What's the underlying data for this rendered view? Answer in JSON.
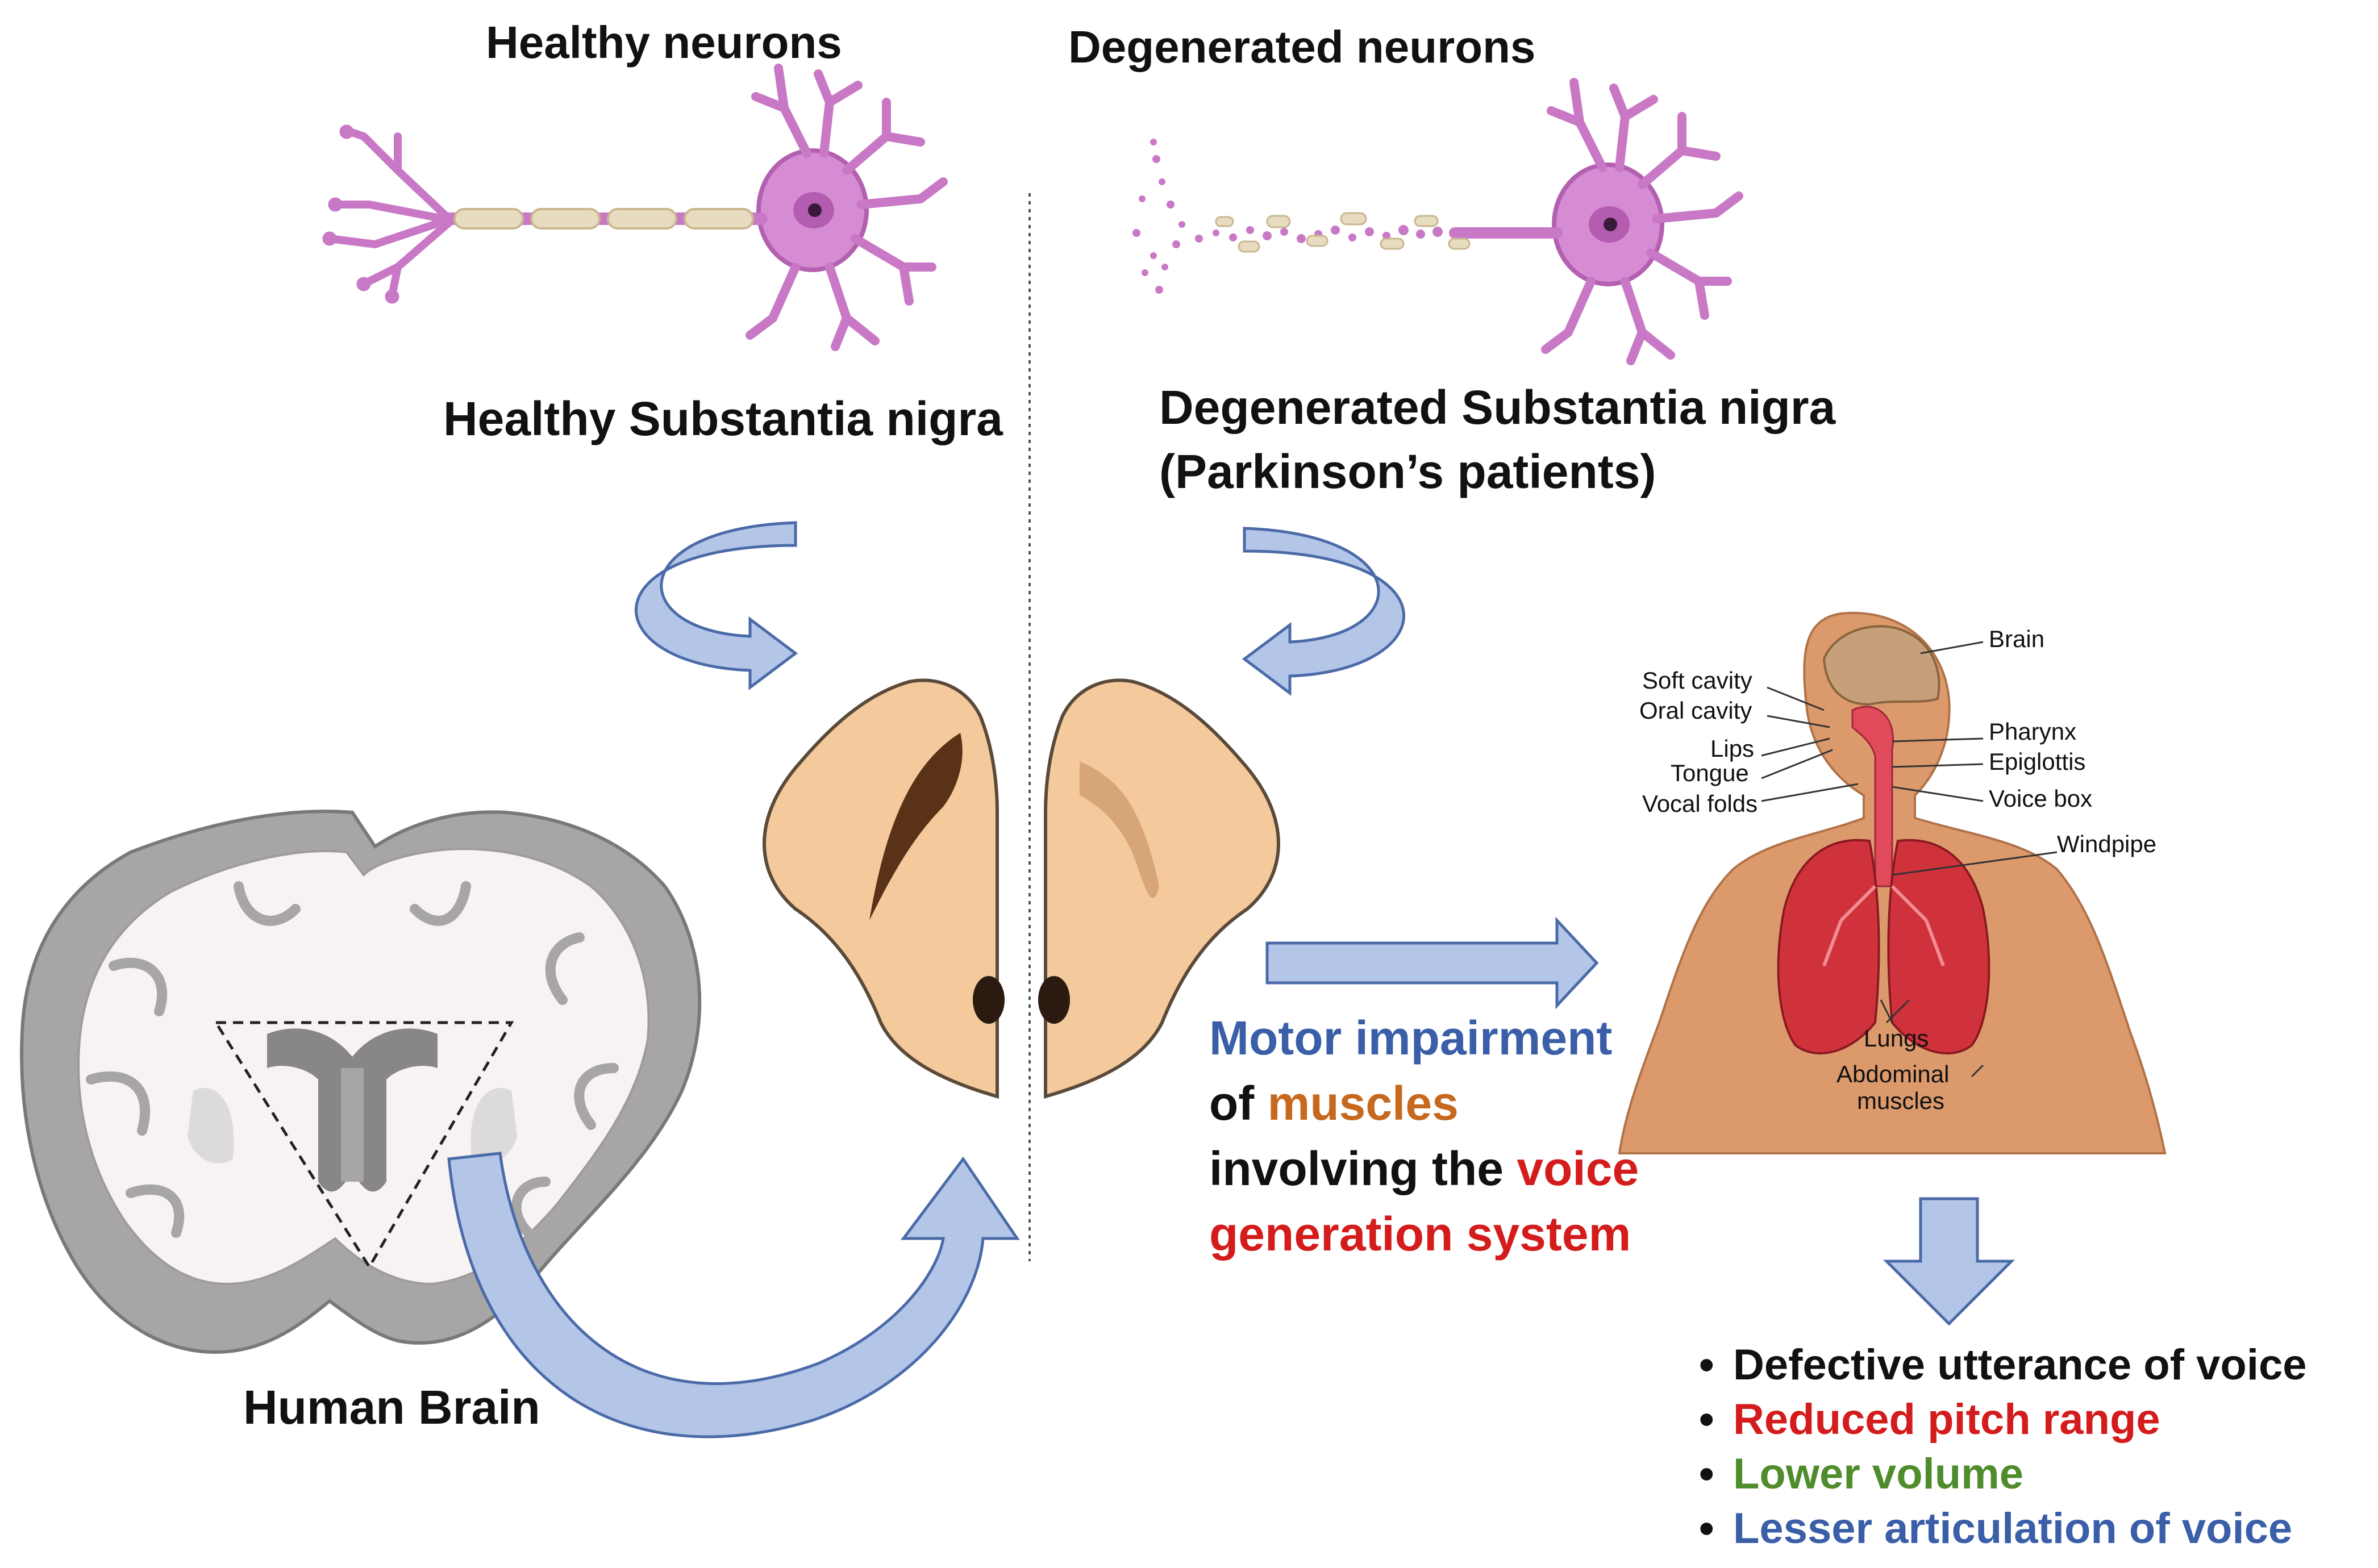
{
  "neurons": {
    "healthy_title": "Healthy neurons",
    "degenerated_title": "Degenerated neurons"
  },
  "substantia_nigra": {
    "healthy_label": "Healthy Substantia nigra",
    "degenerated_label_line1": "Degenerated Substantia nigra",
    "degenerated_label_line2": "(Parkinson’s patients)"
  },
  "brain": {
    "label": "Human Brain"
  },
  "motor": {
    "line1": "Motor impairment",
    "line2_prefix": "of ",
    "line2_highlight": "muscles",
    "line3_prefix": "involving the ",
    "line3_highlight": "voice",
    "line4": "generation system"
  },
  "anatomy": {
    "brain": "Brain",
    "soft_cavity": "Soft cavity",
    "oral_cavity": "Oral cavity",
    "lips": "Lips",
    "tongue": "Tongue",
    "vocal_folds": "Vocal folds",
    "pharynx": "Pharynx",
    "epiglottis": "Epiglottis",
    "voice_box": "Voice box",
    "windpipe": "Windpipe",
    "lungs": "Lungs",
    "abdominal_line1": "Abdominal",
    "abdominal_line2": "muscles"
  },
  "effects": [
    {
      "text": "Defective utterance of voice",
      "color": "#111111"
    },
    {
      "text": "Reduced pitch range",
      "color": "#d41c1c"
    },
    {
      "text": "Lower volume",
      "color": "#4f8c2b"
    },
    {
      "text": "Lesser articulation of voice",
      "color": "#3a5ea8"
    }
  ],
  "colors": {
    "arrow_fill": "#b4c6e7",
    "arrow_stroke": "#4a6aa8",
    "neuron": "#c978c6",
    "myelin": "#e8dcc0",
    "nigra_fill": "#f4c99c",
    "nigra_dark": "#5a3218",
    "brain_gray": "#a7a5a6",
    "lung_red": "#d0323c",
    "body_skin": "#dc9a6c"
  }
}
